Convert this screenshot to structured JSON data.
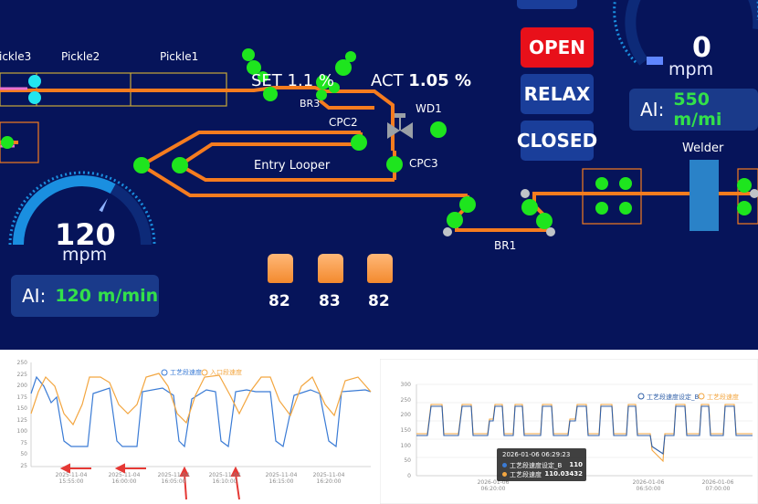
{
  "hmi": {
    "sections": {
      "pickle3": "ickle3",
      "pickle2": "Pickle2",
      "pickle1": "Pickle1"
    },
    "set_label": "SET 1.1 %",
    "act_label": "ACT",
    "act_value": "1.05 %",
    "labels": {
      "br3": "BR3",
      "cpc2": "CPC2",
      "cpc3": "CPC3",
      "br1": "BR1",
      "entry_looper": "Entry Looper",
      "welder": "Welder",
      "valve": "WD1"
    },
    "buttons": {
      "open": "OPEN",
      "relax": "RELAX",
      "closed": "CLOSED"
    },
    "gauge_left": {
      "value": "120",
      "unit": "mpm",
      "level": 0.66
    },
    "gauge_right": {
      "value": "0",
      "unit": "mpm",
      "level": 0.0
    },
    "ai_left": {
      "label": "AI:",
      "value": "120 m/min"
    },
    "ai_right": {
      "label": "AI:",
      "value": "550 m/mi"
    },
    "temps": [
      "82",
      "83",
      "82"
    ],
    "colors": {
      "background": "#06145a",
      "line": "#f57c1f",
      "node": "#1ee51e",
      "open_button": "#e8101a",
      "button": "#1a3e9a",
      "gauge_arc": "#1a8fe0",
      "ai_value": "#33e04a"
    }
  },
  "trend1": {
    "legend": [
      "工艺段速度",
      "入口段速度"
    ],
    "y_ticks": [
      "250",
      "225",
      "200",
      "175",
      "150",
      "125",
      "100",
      "75",
      "50",
      "25"
    ],
    "x_ticks": [
      [
        "2025-11-04",
        "15:55:00"
      ],
      [
        "2025-11-04",
        "16:00:00"
      ],
      [
        "2025-11-04",
        "16:05:00"
      ],
      [
        "2025-11-04",
        "16:10:00"
      ],
      [
        "2025-11-04",
        "16:15:00"
      ],
      [
        "2025-11-04",
        "16:20:00"
      ]
    ]
  },
  "trend2": {
    "legend": [
      "工艺段速度设定_B",
      "工艺段速度"
    ],
    "y_ticks": [
      "300",
      "250",
      "200",
      "150",
      "100",
      "50",
      "0"
    ],
    "x_ticks": [
      [
        "2026-01-06",
        "06:20:00"
      ],
      [
        "2026-01-06",
        "06:50:00"
      ],
      [
        "2026-01-06",
        "07:00:00"
      ]
    ],
    "tooltip": {
      "time": "2026-01-06 06:29:23",
      "rows": [
        {
          "name": "工艺段速度设定_B",
          "value": "110"
        },
        {
          "name": "工艺段速度",
          "value": "110.03432"
        }
      ]
    }
  }
}
